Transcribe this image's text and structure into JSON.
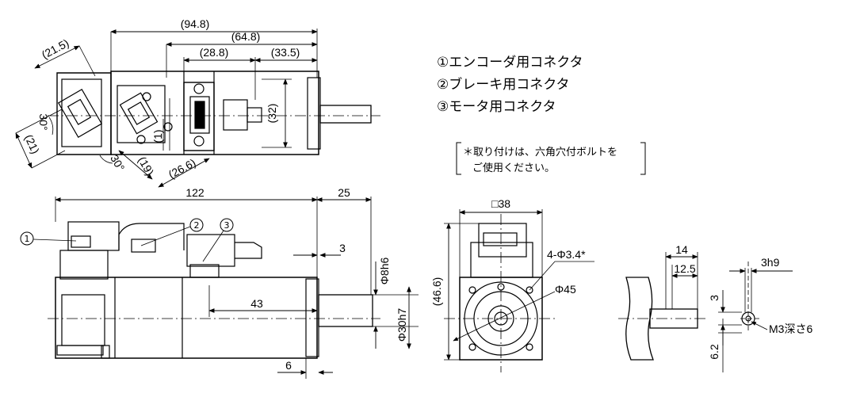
{
  "legend": [
    "①エンコーダ用コネクタ",
    "②ブレーキ用コネクタ",
    "③モータ用コネクタ"
  ],
  "note": {
    "line1": "＊取り付けは、六角穴付ボルトを",
    "line2": "ご使用ください。"
  },
  "top_view_dims": {
    "d94_8": "(94.8)",
    "d64_8": "(64.8)",
    "d28_8": "(28.8)",
    "d33_5": "(33.5)",
    "d32": "(32)",
    "d21_5": "(21.5)",
    "d30deg_left": "30°",
    "d21": "(21)",
    "d30deg_bottom": "30°",
    "d19": "(19)",
    "d1": "(1)",
    "d26_6": "(26.6)"
  },
  "side_view_dims": {
    "d122": "122",
    "d25": "25",
    "d3": "3",
    "d43": "43",
    "d6": "6",
    "phi8h6": "Φ8h6",
    "phi30h7": "Φ30h7",
    "callout1": "1",
    "callout2": "2",
    "callout3": "3"
  },
  "front_view_dims": {
    "sq38": "□38",
    "d46_6": "(46.6)",
    "holes": "4-Φ3.4*",
    "phi45": "Φ45"
  },
  "shaft_view_dims": {
    "d14": "14",
    "d12_5": "12.5",
    "d3h9": "3h9",
    "d3": "3",
    "d6_2": "6.2",
    "m3": "M3深さ6"
  }
}
